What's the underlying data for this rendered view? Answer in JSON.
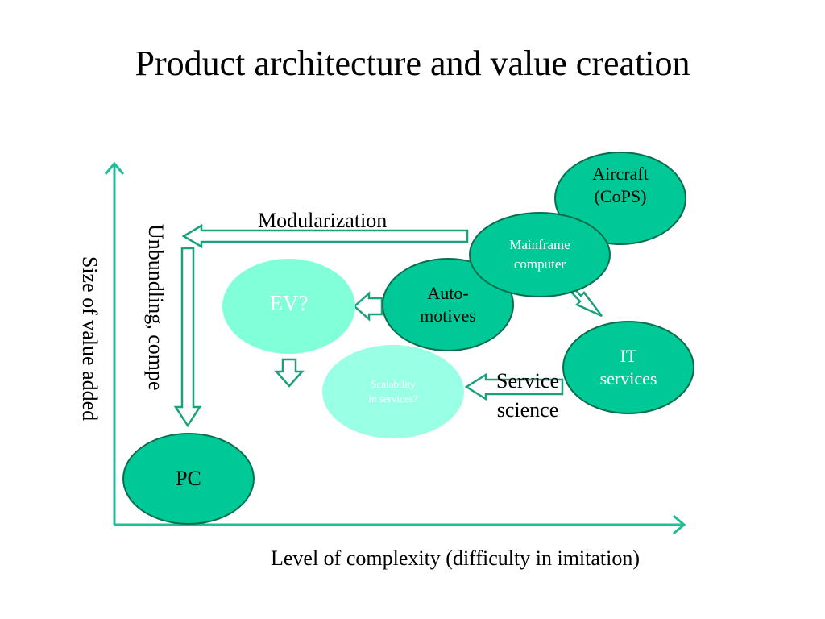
{
  "title": "Product architecture and value creation",
  "axes": {
    "x_label": "Level of complexity (difficulty in imitation)",
    "y_label": "Size of value added"
  },
  "arrows": {
    "modularization": "Modularization",
    "unbundling": "Unbundling, compe",
    "service_science": "Service\nscience"
  },
  "nodes": {
    "aircraft": "Aircraft\n(CoPS)",
    "mainframe": "Mainframe\ncomputer",
    "automotives": "Auto-\nmotives",
    "ev": "EV?",
    "it_services": "IT\nservices",
    "scalability": "Scalability\nin services?",
    "pc": "PC"
  },
  "colors": {
    "axis": "#1fbf95",
    "arrow_stroke": "#1aa07a",
    "dark_node_fill": "#00c896",
    "dark_node_stroke": "#0a6e4e",
    "light_node_fill": "#80ffd9",
    "lighter_node_fill": "#99ffe5",
    "node_text_dark": "#000000",
    "node_text_light": "#ffffff"
  }
}
